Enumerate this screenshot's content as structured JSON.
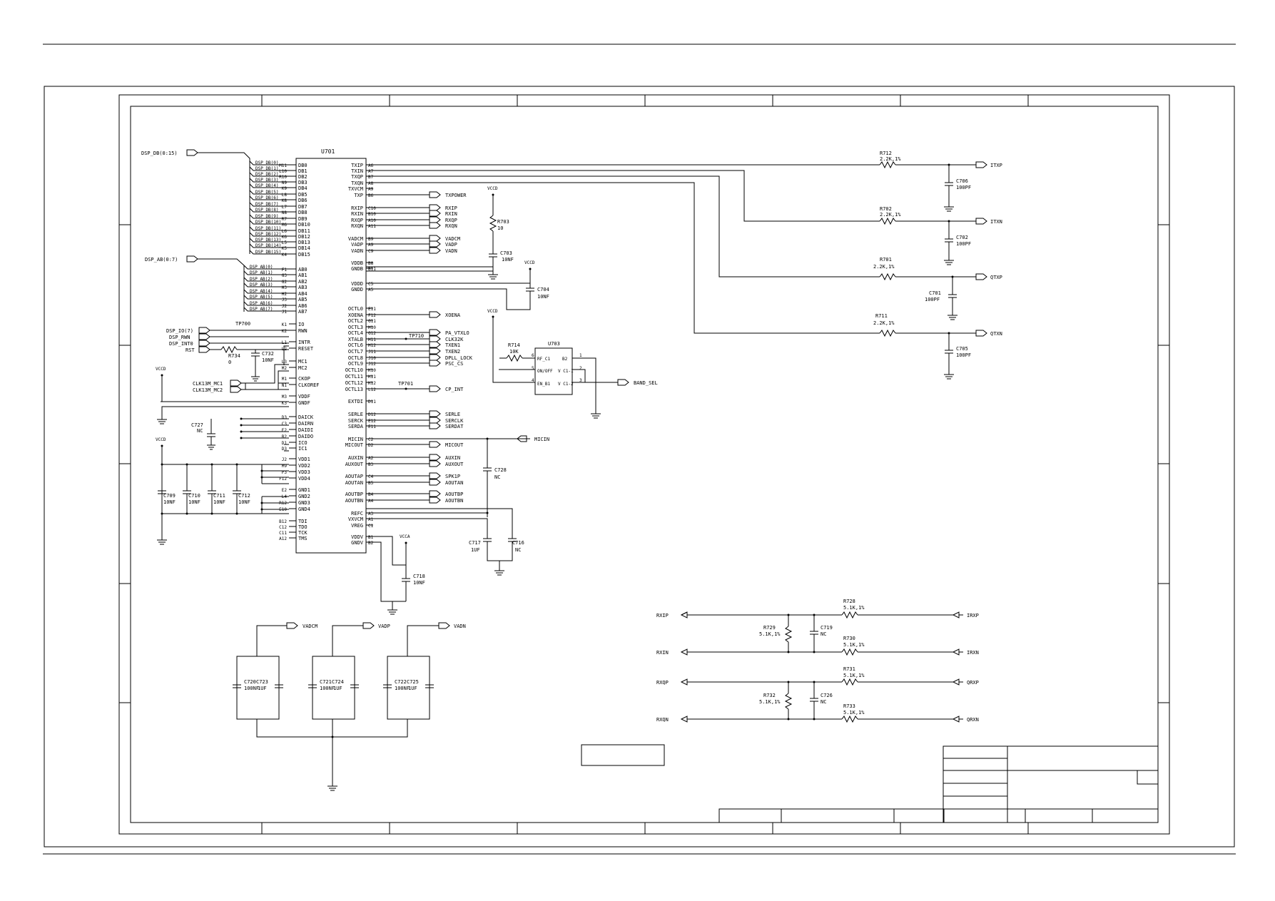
{
  "u701": {
    "ref": "U701",
    "left_pins": [
      [
        "M11",
        "DB0"
      ],
      [
        "L10",
        "DB1"
      ],
      [
        "R10",
        "DB2"
      ],
      [
        "N9",
        "DB3"
      ],
      [
        "K9",
        "DB4"
      ],
      [
        "L8",
        "DB5"
      ],
      [
        "K8",
        "DB6"
      ],
      [
        "L7",
        "DB7"
      ],
      [
        "N8",
        "DB8"
      ],
      [
        "R7",
        "DB9"
      ],
      [
        "M6",
        "DB10"
      ],
      [
        "L6",
        "DB11"
      ],
      [
        "K6",
        "DB12"
      ],
      [
        "L5",
        "DB13"
      ],
      [
        "K5",
        "DB14"
      ],
      [
        "K4",
        "DB15"
      ],
      [
        "F1",
        "AB0"
      ],
      [
        "G3",
        "AB1"
      ],
      [
        "G2",
        "AB2"
      ],
      [
        "H3",
        "AB3"
      ],
      [
        "H2",
        "AB4"
      ],
      [
        "J3",
        "AB5"
      ],
      [
        "J2",
        "AB6"
      ],
      [
        "J1",
        "AB7"
      ],
      [
        "K1",
        "IO"
      ],
      [
        "K2",
        "RWN"
      ],
      [
        "L1",
        "INTR"
      ],
      [
        "L2",
        "RESET"
      ],
      [
        "L3",
        "MC1"
      ],
      [
        "M2",
        "MC2"
      ],
      [
        "M1",
        "CKOP"
      ],
      [
        "N1",
        "CLKOREF"
      ],
      [
        "M3",
        "VDDF"
      ],
      [
        "K3",
        "GNDF"
      ],
      [
        "D3",
        "DAICK"
      ],
      [
        "C3",
        "DAIRN"
      ],
      [
        "E2",
        "DAIDI"
      ],
      [
        "B2",
        "DAIDO"
      ],
      [
        "D1",
        "ICO"
      ],
      [
        "D3",
        "IC1"
      ],
      [
        "J2",
        "VDD1"
      ],
      [
        "M9",
        "VDD2"
      ],
      [
        "P3",
        "VDD3"
      ],
      [
        "F12",
        "VDD4"
      ],
      [
        "E2",
        "GND1"
      ],
      [
        "L4",
        "GND2"
      ],
      [
        "R12",
        "GND3"
      ],
      [
        "E10",
        "GND4"
      ],
      [
        "B12",
        "TDI"
      ],
      [
        "C12",
        "TDO"
      ],
      [
        "C11",
        "TCK"
      ],
      [
        "A12",
        "TMS"
      ]
    ],
    "right_pins": [
      [
        "TXIP",
        "A6"
      ],
      [
        "TXIN",
        "A7"
      ],
      [
        "TXQP",
        "B7"
      ],
      [
        "TXQN",
        "A8"
      ],
      [
        "TXVCM",
        "A9"
      ],
      [
        "TXP",
        "B6"
      ],
      [
        "RXIP",
        "C10"
      ],
      [
        "RXIN",
        "B10"
      ],
      [
        "RXQP",
        "A10"
      ],
      [
        "RXQN",
        "A11"
      ],
      [
        "VADCM",
        "B9"
      ],
      [
        "VADP",
        "A9"
      ],
      [
        "VADN",
        "C9"
      ],
      [
        "VDDB",
        "B8"
      ],
      [
        "GNDB",
        "B11"
      ],
      [
        "VDDD",
        "C5"
      ],
      [
        "GNDD",
        "A5"
      ],
      [
        "OCTL0",
        "E11"
      ],
      [
        "XOENA",
        "F12"
      ],
      [
        "OCTL2",
        "G11"
      ],
      [
        "OCTL3",
        "H10"
      ],
      [
        "OCTL4",
        "G12"
      ],
      [
        "XTALB",
        "H11"
      ],
      [
        "OCTL6",
        "H12"
      ],
      [
        "OCTL7",
        "J11"
      ],
      [
        "OCTL8",
        "J10"
      ],
      [
        "OCTL9",
        "J12"
      ],
      [
        "OCTL10",
        "K10"
      ],
      [
        "OCTL11",
        "K11"
      ],
      [
        "OCTL12",
        "K12"
      ],
      [
        "OCTL13",
        "L12"
      ],
      [
        "EXTDI",
        "D11"
      ],
      [
        "SERLE",
        "D12"
      ],
      [
        "SERCK",
        "E12"
      ],
      [
        "SERDA",
        "E11"
      ],
      [
        "MICIN",
        "C2"
      ],
      [
        "MICOUT",
        "D2"
      ],
      [
        "AUXIN",
        "A2"
      ],
      [
        "AUXOUT",
        "B3"
      ],
      [
        "AOUTAP",
        "C4"
      ],
      [
        "AOUTAN",
        "B5"
      ],
      [
        "AOUTBP",
        "B4"
      ],
      [
        "AOUTBN",
        "A4"
      ],
      [
        "REFC",
        "A3"
      ],
      [
        "VXVCM",
        "A1"
      ],
      [
        "VREG",
        "C1"
      ],
      [
        "VDDV",
        "B1"
      ],
      [
        "GNDV",
        "B2"
      ]
    ]
  },
  "buses": {
    "dsp_db": "DSP_DB(0:15)",
    "dsp_ab": "DSP_AB(0:7)",
    "db_taps": [
      "DSP_DB(0)",
      "DSP_DB(1)",
      "DSP_DB(2)",
      "DSP_DB(3)",
      "DSP_DB(4)",
      "DSP_DB(5)",
      "DSP_DB(6)",
      "DSP_DB(7)",
      "DSP_DB(8)",
      "DSP_DB(9)",
      "DSP_DB(10)",
      "DSP_DB(11)",
      "DSP_DB(12)",
      "DSP_DB(13)",
      "DSP_DB(14)",
      "DSP_DB(15)"
    ],
    "ab_taps": [
      "DSP_AB(0)",
      "DSP_AB(1)",
      "DSP_AB(2)",
      "DSP_AB(3)",
      "DSP_AB(4)",
      "DSP_AB(5)",
      "DSP_AB(6)",
      "DSP_AB(7)"
    ]
  },
  "ports": {
    "dsp_io": "DSP_IO(7)",
    "dsp_rwn": "DSP_RWN",
    "dsp_int0": "DSP_INT0",
    "rst": "RST",
    "clk_mc1": "CLK13M_MC1",
    "clk_mc2": "CLK13M_MC2",
    "txpower": "TXPOWER",
    "rx": [
      "RXIP",
      "RXIN",
      "RXQP",
      "RXQN"
    ],
    "vad": [
      "VADCM",
      "VADP",
      "VADN"
    ],
    "xoena": "XOENA",
    "octl": [
      "PA_VTXLO",
      "CLK32K",
      "TXEN1",
      "TXEN2",
      "DPLL_LOCK",
      "PSC_CS"
    ],
    "cp_int": "CP_INT",
    "ser": [
      "SERLE",
      "SERCLK",
      "SERDAT"
    ],
    "micin": "MICIN",
    "micout": "MICOUT",
    "aux": [
      "AUXIN",
      "AUXOUT"
    ],
    "spk": [
      "SPK1P",
      "AOUTAN"
    ],
    "aoutb": [
      "AOUTBP",
      "AOUTBN"
    ],
    "itxp": "ITXP",
    "itxn": "ITXN",
    "qtxp": "QTXP",
    "qtxn": "QTXN",
    "band_sel": "BAND_SEL",
    "irxp": "IRXP",
    "irxn": "IRXN",
    "qrxp": "QRXP",
    "qrxn": "QRXN",
    "rxip": "RXIP",
    "rxin": "RXIN",
    "rxqp": "RXQP",
    "rxqn": "RXQN",
    "vadcm_b": "VADCM",
    "vadp_b": "VADP",
    "vadn_b": "VADN"
  },
  "power": {
    "vccd": "VCCD",
    "vcca": "VCCA"
  },
  "testpoints": {
    "tp700": "TP700",
    "tp701": "TP701",
    "tp710": "TP710"
  },
  "u703": {
    "ref": "U703",
    "pins": [
      "1",
      "6",
      "5",
      "4",
      "2",
      "3"
    ],
    "labels": [
      "RF_C1",
      "ON/OFF",
      "EN_B1",
      "B2",
      "V C1-1",
      "V C1-2"
    ]
  },
  "components": {
    "r712": {
      "ref": "R712",
      "val": "2.2K,1%"
    },
    "c706": {
      "ref": "C706",
      "val": "100PF"
    },
    "r702": {
      "ref": "R702",
      "val": "2.2K,1%"
    },
    "c702": {
      "ref": "C702",
      "val": "100PF"
    },
    "r701": {
      "ref": "R701",
      "val": "2.2K,1%"
    },
    "c701": {
      "ref": "C701",
      "val": "100PF"
    },
    "r711": {
      "ref": "R711",
      "val": "2.2K,1%"
    },
    "c705": {
      "ref": "C705",
      "val": "100PF"
    },
    "r703": {
      "ref": "R703",
      "val": "10"
    },
    "c703": {
      "ref": "C703",
      "val": "10NF"
    },
    "c704": {
      "ref": "C704",
      "val": "10NF"
    },
    "r714": {
      "ref": "R714",
      "val": "10K"
    },
    "r734": {
      "ref": "R734",
      "val": "0"
    },
    "c732": {
      "ref": "C732",
      "val": "10NF"
    },
    "c727": {
      "ref": "C727",
      "val": "NC"
    },
    "c728": {
      "ref": "C728",
      "val": "NC"
    },
    "c709": {
      "ref": "C709",
      "val": "10NF"
    },
    "c710": {
      "ref": "C710",
      "val": "10NF"
    },
    "c711": {
      "ref": "C711",
      "val": "10NF"
    },
    "c712": {
      "ref": "C712",
      "val": "10NF"
    },
    "c717": {
      "ref": "C717",
      "val": "1UF"
    },
    "c716": {
      "ref": "C716",
      "val": "NC"
    },
    "c718": {
      "ref": "C718",
      "val": "10NF"
    },
    "c720": {
      "ref": "C720",
      "val": "100NF"
    },
    "c723": {
      "ref": "C723",
      "val": "1UF"
    },
    "c721": {
      "ref": "C721",
      "val": "100NF"
    },
    "c724": {
      "ref": "C724",
      "val": "1UF"
    },
    "c722": {
      "ref": "C722",
      "val": "100NF"
    },
    "c725": {
      "ref": "C725",
      "val": "1UF"
    },
    "r728": {
      "ref": "R728",
      "val": "5.1K,1%"
    },
    "r729": {
      "ref": "R729",
      "val": "5.1K,1%"
    },
    "c719": {
      "ref": "C719",
      "val": "NC"
    },
    "r730": {
      "ref": "R730",
      "val": "5.1K,1%"
    },
    "r731": {
      "ref": "R731",
      "val": "5.1K,1%"
    },
    "r732": {
      "ref": "R732",
      "val": "5.1K,1%"
    },
    "c726": {
      "ref": "C726",
      "val": "NC"
    },
    "r733": {
      "ref": "R733",
      "val": "5.1K,1%"
    }
  }
}
